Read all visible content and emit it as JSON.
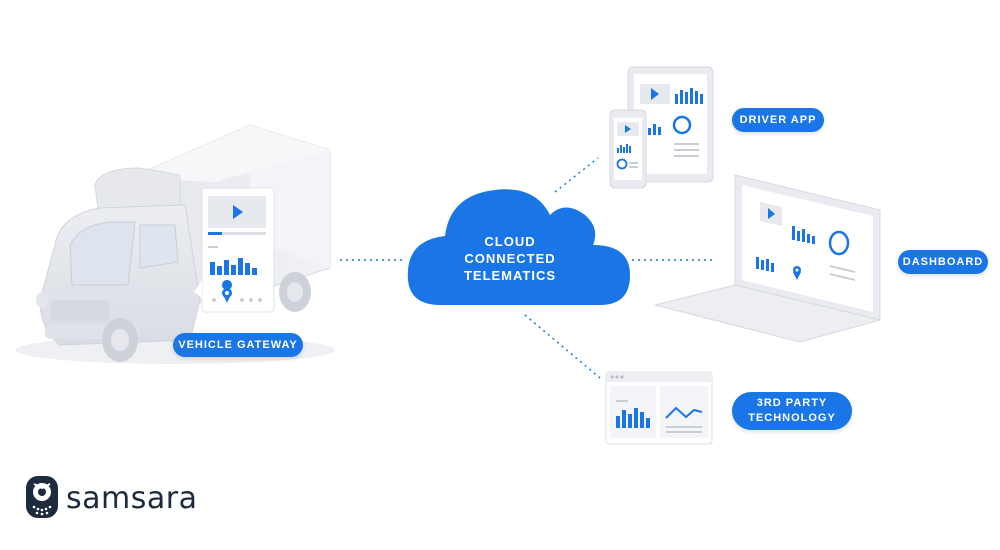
{
  "diagram": {
    "cloud_lines": [
      "CLOUD",
      "CONNECTED",
      "TELEMATICS"
    ],
    "labels": {
      "vehicle_gateway": "VEHICLE GATEWAY",
      "driver_app": "DRIVER APP",
      "dashboard": "DASHBOARD",
      "third_party_line1": "3RD PARTY",
      "third_party_line2": "TECHNOLOGY"
    }
  },
  "brand": {
    "name": "samsara",
    "logo_icon": "samsara-owl-icon"
  },
  "colors": {
    "accent": "#1a76e6",
    "device_gray": "#e9ebf0",
    "text_dark": "#1c2b3d"
  },
  "icons": [
    "play-icon",
    "bar-chart-icon",
    "donut-chart-icon",
    "location-pin-icon",
    "line-chart-icon"
  ]
}
